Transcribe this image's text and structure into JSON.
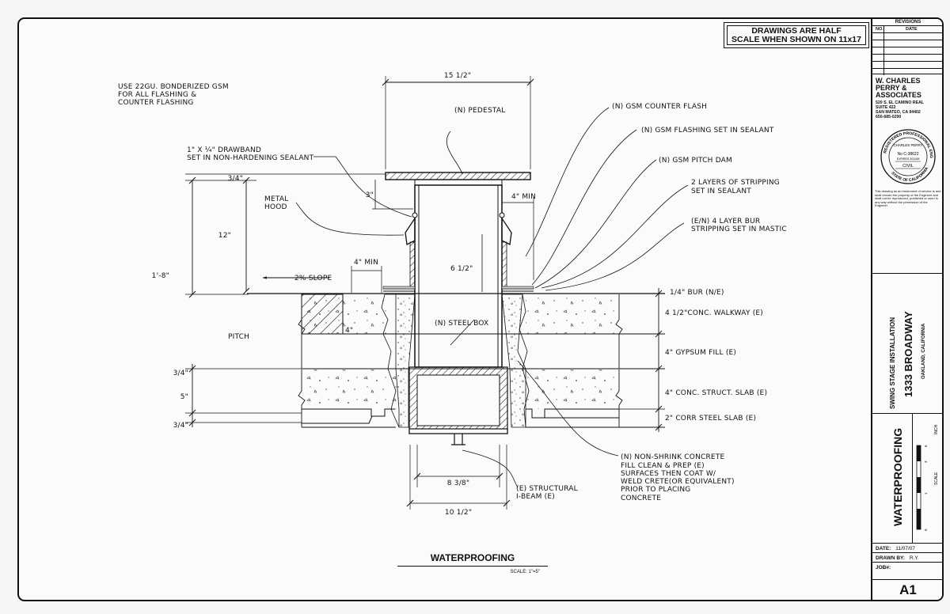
{
  "sheet": {
    "half_scale_note": [
      "DRAWINGS ARE HALF",
      "SCALE WHEN SHOWN ON 11x17"
    ],
    "drawing_title": "WATERPROOFING",
    "drawing_scale": "SCALE: 1\"=5\"",
    "sheet_no": "A1"
  },
  "title_block": {
    "revisions": {
      "title": "REVISIONS",
      "col_no": "NO.",
      "col_date": "DATE"
    },
    "firm": [
      "W. CHARLES",
      "PERRY &",
      "ASSOCIATES"
    ],
    "address": [
      "520 S. EL CAMINO REAL",
      "SUITE 422",
      "SAN MATEO, CA 94402",
      "650-685-0290"
    ],
    "stamp": {
      "ring": "REGISTERED PROFESSIONAL ENGINEER",
      "name": "CHARLES PERRY",
      "no": "No C-38622",
      "exp": "EXPIRES 3/31/08",
      "civil": "CIVIL",
      "state": "STATE OF CALIFORNIA"
    },
    "disclaimer": "This drawing as an instrument of service is and shall remain the property of the Engineer and shall not be reproduced, published or used in any way without the permission of the Engineer.",
    "project": {
      "line1": "SWING STAGE INSTALLATION",
      "line2": "1333 BROADWAY",
      "line3": "OAKLAND, CALIFORNIA"
    },
    "sheet_title": "WATERPROOFING",
    "scale_label": "SCALE",
    "scale_unit": "INCH",
    "scale_ticks": [
      "0",
      "1",
      "3",
      "6"
    ],
    "date_label": "DATE:",
    "date_value": "11/07/07",
    "drawn_label": "DRAWN BY:",
    "drawn_value": "R.Y.",
    "job_label": "JOB#:",
    "job_value": ""
  },
  "drawing": {
    "labels": [
      "USE 22GU. BONDERIZED GSM",
      "FOR ALL FLASHING &",
      "COUNTER FLASHING",
      "15 1/2\"",
      "(N) PEDESTAL",
      "(N) GSM COUNTER FLASH",
      "(N) GSM FLASHING SET IN SEALANT",
      "(N) GSM PITCH DAM",
      "2 LAYERS OF STRIPPING",
      "SET IN SEALANT",
      "(E/N) 4 LAYER BUR",
      "STRIPPING SET IN MASTIC",
      "1\" X ¼\" DRAWBAND",
      "SET IN NON-HARDENING SEALANT",
      "3/4\"",
      "METAL",
      "HOOD",
      "3\"",
      "4\" MIN",
      "12\"",
      "1'-8\"",
      "4\" MIN",
      "6 1/2\"",
      "2% SLOPE",
      "1/4\" BUR (N/E)",
      "4 1/2\"CONC. WALKWAY (E)",
      "4\" GYPSUM FILL (E)",
      "4\" CONC. STRUCT. SLAB (E)",
      "2\" CORR STEEL SLAB (E)",
      "(N) STEEL BOX",
      "PITCH",
      "4\"",
      "3/4\"",
      "5\"",
      "3/4\"",
      "(N) NON-SHRINK CONCRETE",
      "FILL CLEAN & PREP (E)",
      "SURFACES THEN COAT W/",
      "WELD CRETE(OR EQUIVALENT)",
      "PRIOR TO PLACING",
      "CONCRETE",
      "(E) STRUCTURAL",
      "I-BEAM (E)",
      "8 3/8\"",
      "10 1/2\""
    ]
  }
}
